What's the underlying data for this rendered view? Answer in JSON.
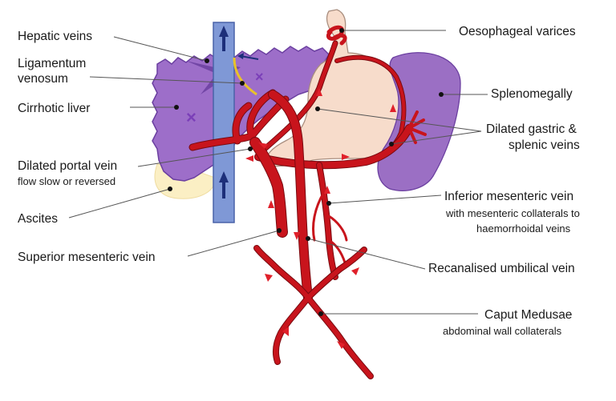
{
  "labels": {
    "hepatic_veins": "Hepatic veins",
    "ligamentum_line1": "Ligamentum",
    "ligamentum_line2": "venosum",
    "cirrhotic_liver": "Cirrhotic liver",
    "dilated_portal_vein": "Dilated portal vein",
    "dilated_portal_vein_sub": "flow slow or reversed",
    "ascites": "Ascites",
    "superior_mesenteric_vein": "Superior mesenteric vein",
    "oesophageal_varices": "Oesophageal varices",
    "splenomegally": "Splenomegally",
    "gastric_splenic_line1": "Dilated gastric &",
    "gastric_splenic_line2": "splenic veins",
    "inferior_mesenteric_vein": "Inferior mesenteric vein",
    "ims_sub_line1": "with mesenteric collaterals to",
    "ims_sub_line2": "haemorrhoidal veins",
    "recanalised_umbilical_vein": "Recanalised umbilical vein",
    "caput_medusae": "Caput Medusae",
    "caput_medusae_sub": "abdominal wall collaterals"
  },
  "colors": {
    "liver": "#9d6ec9",
    "liver_dark": "#6b3fa0",
    "spleen": "#9b6fc4",
    "stomach": "#f7dccb",
    "ascites": "#fbefc4",
    "ivc": "#7f98d6",
    "vein": "#c8141c",
    "arrow": "#e0202a",
    "ligament": "#e8c22a"
  }
}
